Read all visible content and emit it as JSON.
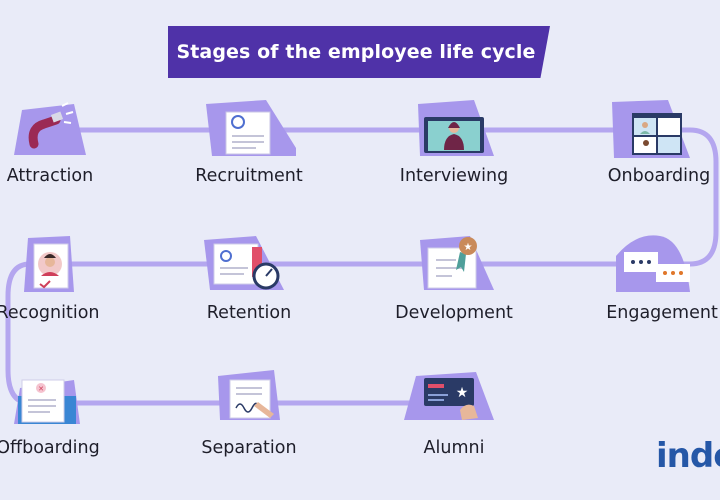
{
  "title": "Stages of the employee life cycle",
  "colors": {
    "background": "#e9ebf8",
    "banner": "#4f32a8",
    "path": "#b4a6ef",
    "blob": "#a797ec",
    "brand": "#2557a7"
  },
  "stages": [
    {
      "label": "Attraction",
      "icon": "magnet-icon"
    },
    {
      "label": "Recruitment",
      "icon": "resume-icon"
    },
    {
      "label": "Interviewing",
      "icon": "video-call-icon"
    },
    {
      "label": "Onboarding",
      "icon": "group-call-icon"
    },
    {
      "label": "Recognition",
      "icon": "profile-star-icon"
    },
    {
      "label": "Retention",
      "icon": "gauge-icon"
    },
    {
      "label": "Development",
      "icon": "certificate-icon"
    },
    {
      "label": "Engagement",
      "icon": "chat-icon"
    },
    {
      "label": "Offboarding",
      "icon": "exit-document-icon"
    },
    {
      "label": "Separation",
      "icon": "signing-icon"
    },
    {
      "label": "Alumni",
      "icon": "id-card-icon"
    }
  ],
  "logo": {
    "text": "inde"
  }
}
